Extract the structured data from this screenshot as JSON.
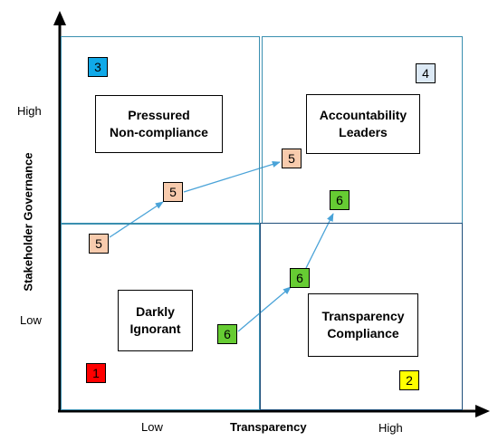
{
  "axes": {
    "x_title": "Transparency",
    "y_title": "Stakeholder Governance",
    "x_low": "Low",
    "x_high": "High",
    "y_low": "Low",
    "y_high": "High"
  },
  "quadrants": {
    "top_left": "Pressured\nNon-compliance",
    "top_right": "Accountability\nLeaders",
    "bottom_left": "Darkly\nIgnorant",
    "bottom_right": "Transparency\nCompliance"
  },
  "colors": {
    "axis": "#000000",
    "quadrant_border": "#3a8fb0",
    "arrow": "#4aa3d8",
    "red": "#ff0000",
    "blue": "#10a9e8",
    "light_blue": "#dce9f5",
    "yellow": "#ffff00",
    "peach": "#f8cbad",
    "green": "#66cc33"
  },
  "markers": {
    "m1": "1",
    "m2": "2",
    "m3": "3",
    "m4": "4",
    "m5a": "5",
    "m5b": "5",
    "m5c": "5",
    "m6a": "6",
    "m6b": "6",
    "m6c": "6"
  }
}
